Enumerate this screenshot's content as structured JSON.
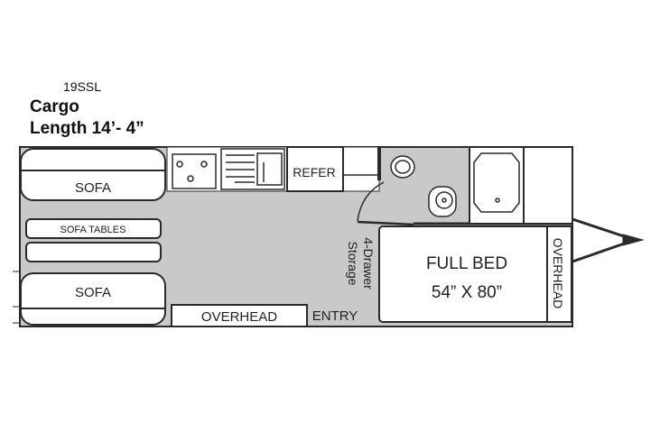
{
  "model": "19SSL",
  "cargo_label": "Cargo",
  "length_label": "Length 14’- 4”",
  "rooms": {
    "sofa_front": "SOFA",
    "sofa_rear": "SOFA",
    "sofa_tables": "SOFA TABLES",
    "refer": "REFER",
    "overhead_side": "OVERHEAD",
    "entry": "ENTRY",
    "storage_line1": "4-Drawer",
    "storage_line2": "Storage",
    "bed_line1": "FULL BED",
    "bed_line2": "54” X 80”",
    "overhead_front": "OVERHEAD"
  },
  "colors": {
    "floor": "#c9c9c9",
    "line": "#2a2a2a"
  }
}
